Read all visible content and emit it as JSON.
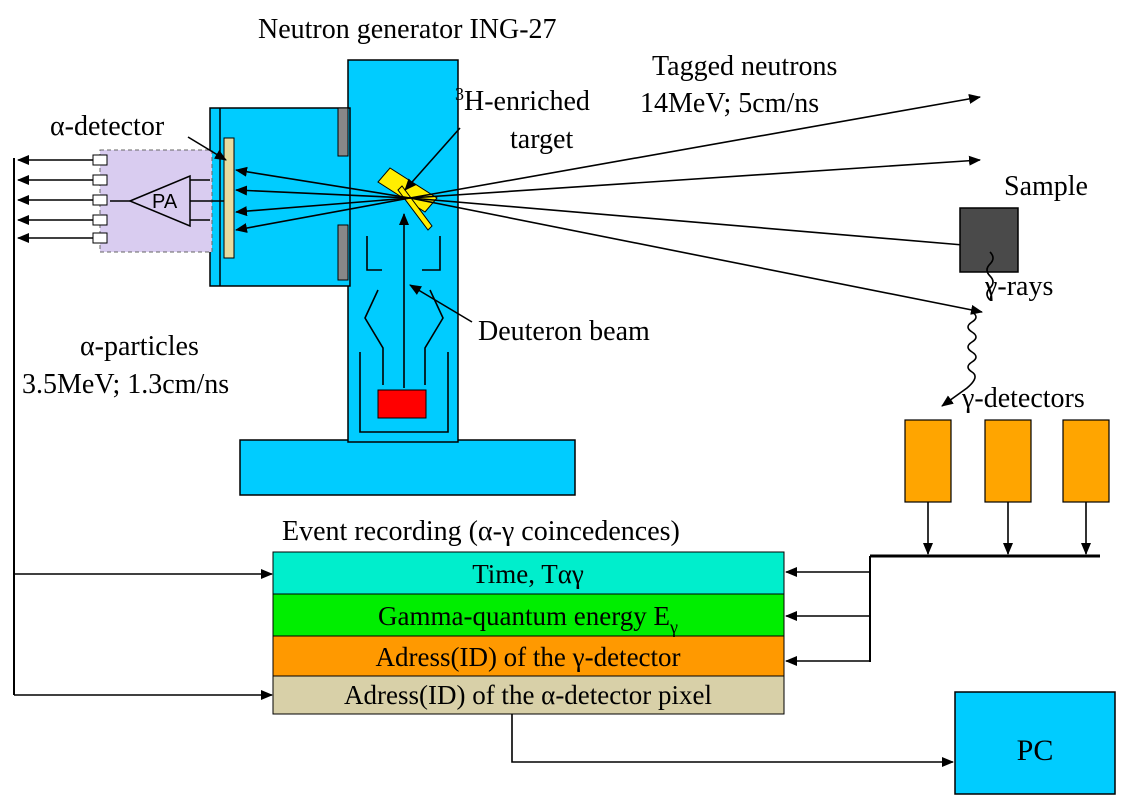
{
  "labels": {
    "title": "Neutron generator ING-27",
    "tagged_neutrons_1": "Tagged neutrons",
    "tagged_neutrons_2": "14MeV; 5cm/ns",
    "target_sup": "3",
    "target_1": "H-enriched",
    "target_2": "target",
    "alpha_detector": "α-detector",
    "pa": "PA",
    "sample": "Sample",
    "gamma_rays": "γ-rays",
    "deuteron_beam": "Deuteron beam",
    "alpha_particles_1": "α-particles",
    "alpha_particles_2": "3.5MeV; 1.3cm/ns",
    "gamma_detectors": "γ-detectors",
    "event_recording": "Event recording (α-γ coincedences)",
    "pc": "PC"
  },
  "rows": {
    "time": "Time, Tαγ",
    "energy": "Gamma-quantum energy E",
    "energy_sub": "γ",
    "gamma_addr": "Adress(ID) of the γ-detector",
    "alpha_addr": "Adress(ID) of the α-detector pixel"
  },
  "colors": {
    "generator": "#00ccff",
    "detector_plate": "#e6dca0",
    "preamp": "#d9ccf0",
    "target": "#ffee00",
    "ion_source": "#ff0000",
    "sample": "#4a4a4a",
    "gamma_detector": "#ffa500",
    "row_time": "#00eecc",
    "row_energy": "#00ee00",
    "row_gamma_addr": "#ff9900",
    "row_alpha_addr": "#d8d0a8",
    "pc": "#00ccff",
    "grey_plate": "#888888"
  }
}
